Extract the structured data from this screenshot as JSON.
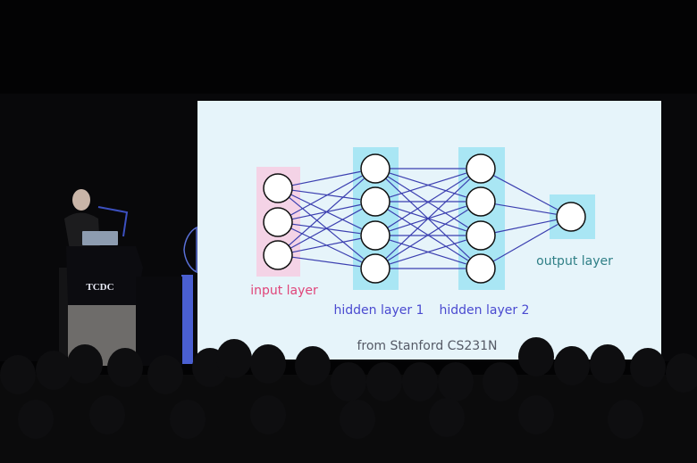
{
  "slide": {
    "labels": {
      "input": "input layer",
      "hidden1": "hidden layer 1",
      "hidden2": "hidden layer 2",
      "output": "output layer"
    },
    "credit": "from Stanford CS231N",
    "layers": [
      {
        "name": "input",
        "nodes": 3
      },
      {
        "name": "hidden1",
        "nodes": 4
      },
      {
        "name": "hidden2",
        "nodes": 4
      },
      {
        "name": "output",
        "nodes": 1
      }
    ],
    "colors": {
      "background": "#e6f4fa",
      "input_band": "#f4d3e6",
      "hidden_band": "#a9e6f4",
      "edge": "#3b3fb0",
      "input_text": "#e0457a",
      "hidden_text": "#4a4ad0",
      "output_text": "#2f7f86",
      "credit_text": "#555a66"
    }
  },
  "podium": {
    "logo": "TCDC"
  }
}
